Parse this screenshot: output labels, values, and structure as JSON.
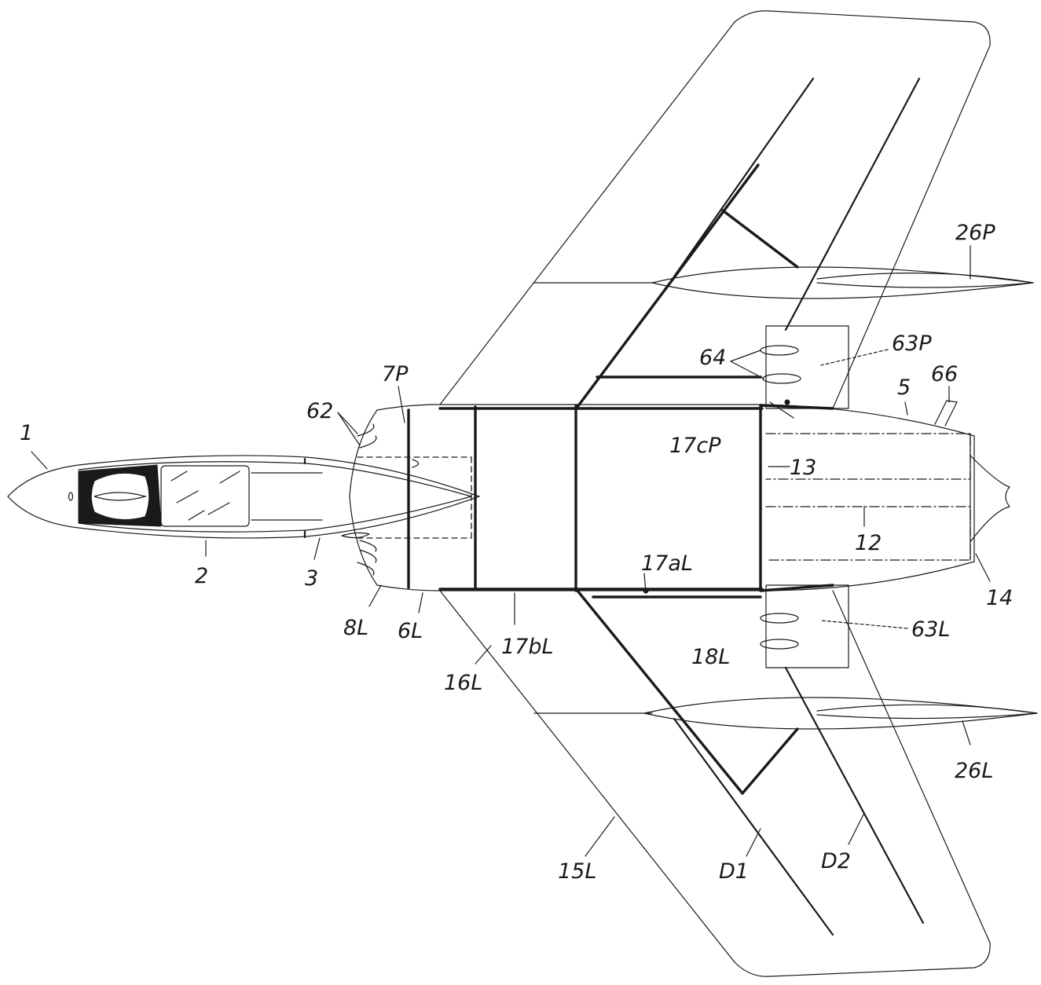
{
  "figure": {
    "labels": {
      "l1": "1",
      "l2": "2",
      "l3": "3",
      "l5": "5",
      "l6L": "6L",
      "l7P": "7P",
      "l8L": "8L",
      "l12": "12",
      "l13": "13",
      "l14": "14",
      "l15L": "15L",
      "l16L": "16L",
      "l17aL": "17aL",
      "l17bL": "17bL",
      "l17cP": "17cP",
      "l18L": "18L",
      "l26P": "26P",
      "l26L": "26L",
      "l62": "62",
      "l63P": "63P",
      "l63L": "63L",
      "l64": "64",
      "l66": "66",
      "lD1": "D1",
      "lD2": "D2"
    }
  }
}
